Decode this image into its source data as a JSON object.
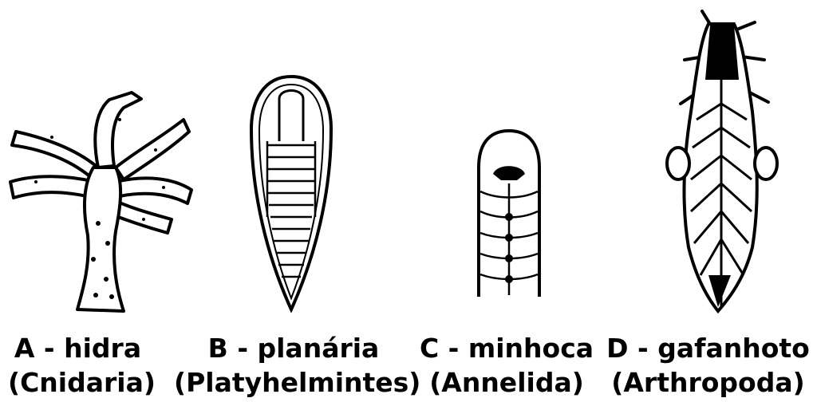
{
  "organisms": [
    {
      "letter": "A",
      "name": "hidra",
      "caption": "A - hidra",
      "phylum": "(Cnidaria)"
    },
    {
      "letter": "B",
      "name": "planária",
      "caption": "B - planária",
      "phylum": "(Platyhelmintes)"
    },
    {
      "letter": "C",
      "name": "minhoca",
      "caption": "C - minhoca",
      "phylum": "(Annelida)"
    },
    {
      "letter": "D",
      "name": "gafanhoto",
      "caption": "D - gafanhoto",
      "phylum": "(Arthropoda)"
    }
  ]
}
